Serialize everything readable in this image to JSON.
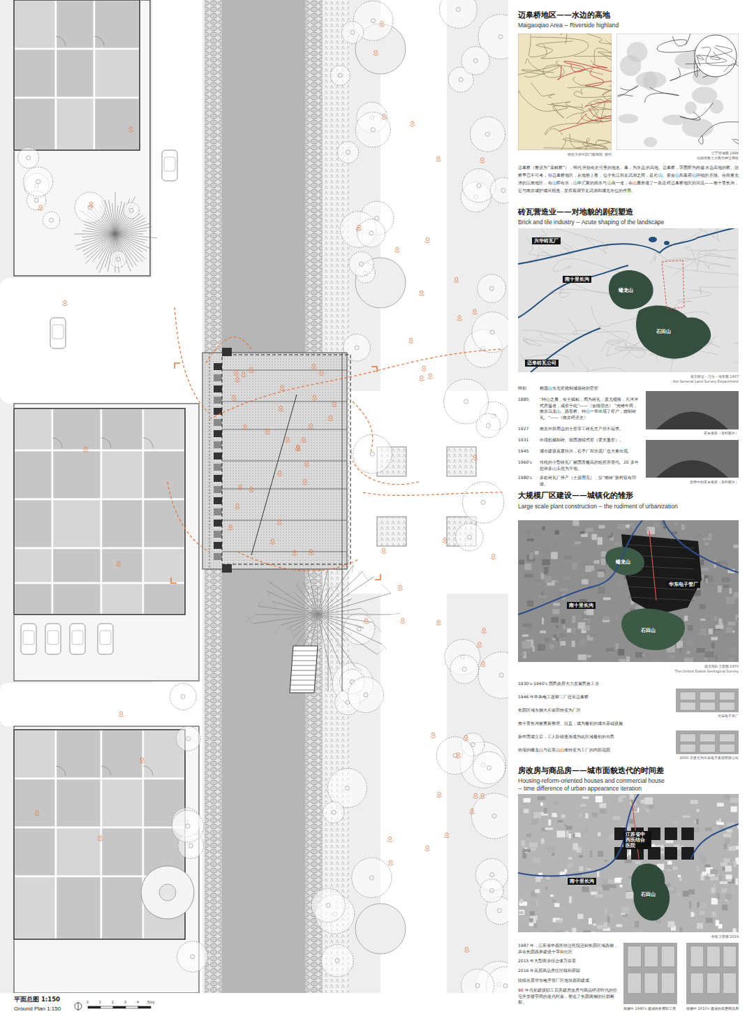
{
  "diagram": {
    "nodes": [
      {
        "text": [
          "兴华砖瓦厂"
        ]
      },
      {
        "text": [
          "南十里长沟"
        ]
      },
      {
        "text": [
          "迈皋砖瓦公司"
        ]
      },
      {
        "text": [
          "南十里长沟"
        ]
      },
      {
        "text": [
          "华东电子管厂"
        ]
      },
      {
        "text": [
          "江苏省中西医结合医院"
        ]
      },
      {
        "text": [
          "南十里长沟"
        ]
      }
    ],
    "labels": [
      "迈皋桥地区——水边的高地",
      "Maigaoqiao Area -- Riverside highland",
      "明应天府外郭门图局部, 明代",
      "江宁府城图 1898",
      "法国传教士方殿华神父测绘",
      "迈皋桥（曾误为“卖糕桥”），明代开始有史可查的地名。皋，为水边的高地。迈皋桥，字面即为跨越水边高地的桥。旧桥早已不可考，但迈皋桥地区，从地形上看，位于长江和玄武湖之间，是红山、紫金山和幕府山环绕的丘陵。在雨量充沛的江南地区，有山即有水，山中汇聚的雨水与山泉一道，在山麓形成了一条流经迈皋桥地区的河流——南十里长沟，它与南京城护城河相连，发挥着调节玄武湖和城北水位的作用。",
      "砖瓦营造业——对地貌的剧烈塑造",
      "Brick and tile industry -- Acute shaping of the landscape",
      "蟠龙山",
      "石田山",
      "南京附近一万分一地形图 1937",
      "the General Land Survey Department",
      "明初",
      "栖霞山东北窑烧制城墙砖的官窑",
      "1885",
      "“钟山之麓，有土赋粘，周为砖瓦，质尤细致，凡洋洋式房屋者，咸资于此”——《金陵琐志》 “光绪年间，南京乌龙山、西善桥、钟山一带出现了窑户，烧制砖瓦。”——《南京经济史》",
      "1927",
      "南京外郭周边的土窑手工砖瓦生产供不应求。",
      "1931",
      "出现机械制砖、德国连续式窑（霍夫曼窑）。",
      "1945",
      "城市建设百废待兴，石子厂和水泥厂也大量出现。",
      "1960's",
      "传统的小型砖瓦厂被国营最高的轮窑所替代。20 多年把许多山头挖为平地。",
      "1980's",
      "多处砖瓦厂停产（土源用完），仅“南砖”新村留有印迹。",
      "霍夫曼窑（资料图片）",
      "使用中的霍夫曼窑（资料图片）",
      "大规模厂区建设——城镇化的雏形",
      "Large scale plant construction -- the rudiment of urbanization",
      "蟠龙山",
      "石田山",
      "南京部队卫星图 1970",
      "The United States Geological Survey",
      "1930's-1940's 国民政府大力发展民族工业",
      "1946 年中央电工器材二厂迁至迈皋桥",
      "长园区域东侧大片农田转变为厂区",
      "南十里长沟被重新整理、拉直，成为最初的城市基础设施",
      "新中国成立后，工人阶级逐渐成为此区域最初的市民",
      "收缩的蟠龙山与石景山山体转变为工厂的内部花园",
      "华东电子管厂",
      "2000 后更名为华东电子集团有限公司",
      "房改房与商品房——城市面貌迭代的时间差",
      "Housing-reform-oriented houses and commercial house",
      "-- time difference of urban appearance iteration",
      "石田山",
      "谷歌卫星图 2019",
      "1987 年，江苏省中西医结合医院迁到长园区域西侧，并在长园西界建设十字街社区",
      "2015 年大型商业综合体万谷景",
      "2016 年高层商品房住区颐和府邸",
      "陆续在原华东电子管厂区地块西部建成",
      "90 年代初建设职工后所建房改房与商品经济时代的住宅开发楼宇间的迭代时差，塑造了长园两侧的社群断裂。",
      "南侧中 1990's 建成的多层职工房",
      "南侧中 2010's 建成的高层商品房",
      "平面总图 1:150",
      "Ground Plan 1:150",
      "0",
      "1",
      "2",
      "3",
      "4",
      "5(m)"
    ]
  }
}
